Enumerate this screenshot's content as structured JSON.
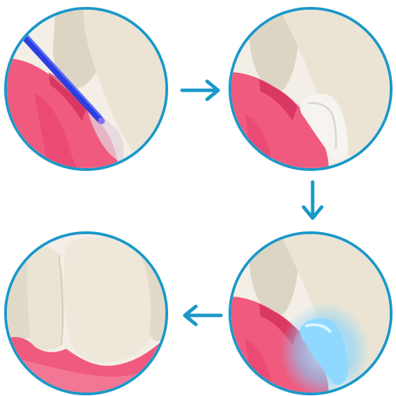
{
  "colors": {
    "ring": "#1a98c9",
    "arrow": "#1a98c9",
    "gum": "#f0557a",
    "gum_dark": "#d8325f",
    "tooth": "#e9e2d3",
    "tooth_shadow": "#cfc6b4",
    "applicator": "#2b3fe0",
    "cure_light": "#7fd3ff"
  },
  "steps": [
    {
      "name": "apply-material",
      "icon": "applicator-icon"
    },
    {
      "name": "place-material",
      "icon": "filling-icon"
    },
    {
      "name": "light-cure",
      "icon": "curing-light-icon"
    },
    {
      "name": "final-result",
      "icon": "restored-tooth-icon"
    }
  ],
  "arrows": [
    {
      "name": "arrow-right",
      "direction": "right"
    },
    {
      "name": "arrow-down",
      "direction": "down"
    },
    {
      "name": "arrow-left",
      "direction": "left"
    }
  ]
}
